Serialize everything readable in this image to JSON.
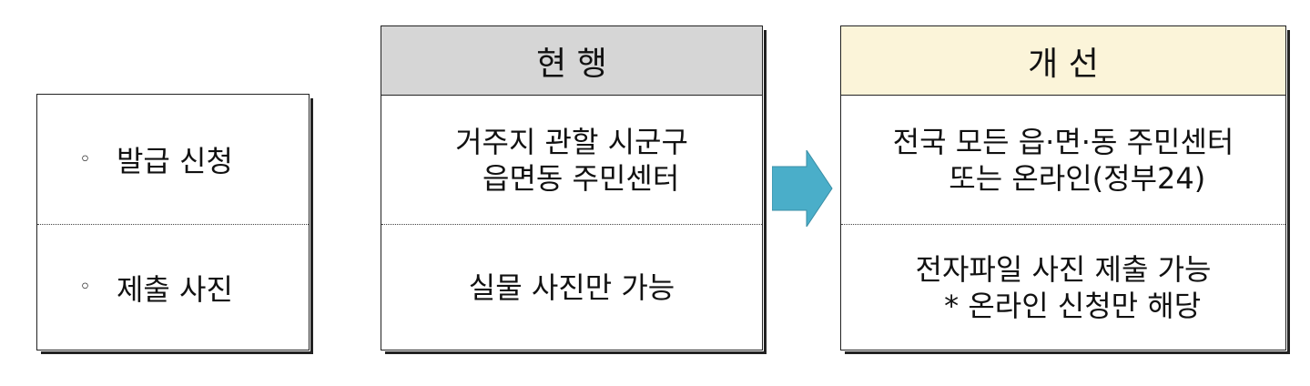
{
  "left": {
    "items": [
      {
        "bullet": "◦",
        "label": "발급 신청"
      },
      {
        "bullet": "◦",
        "label": "제출 사진"
      }
    ]
  },
  "current": {
    "header": "현   행",
    "header_color": "#d6d6d6",
    "rows": [
      {
        "lines": [
          "거주지 관할 시군구",
          "  읍면동 주민센터"
        ]
      },
      {
        "lines": [
          "실물 사진만 가능"
        ]
      }
    ]
  },
  "improved": {
    "header": "개   선",
    "header_color": "#fbf4d9",
    "rows": [
      {
        "lines": [
          "전국 모든 읍·면·동 주민센터",
          "   또는 온라인(정부24)"
        ]
      },
      {
        "lines": [
          "전자파일 사진 제출 가능",
          "  * 온라인 신청만 해당"
        ]
      }
    ]
  },
  "arrow": {
    "icon": "right-arrow-icon",
    "color": "#4aaec9"
  }
}
